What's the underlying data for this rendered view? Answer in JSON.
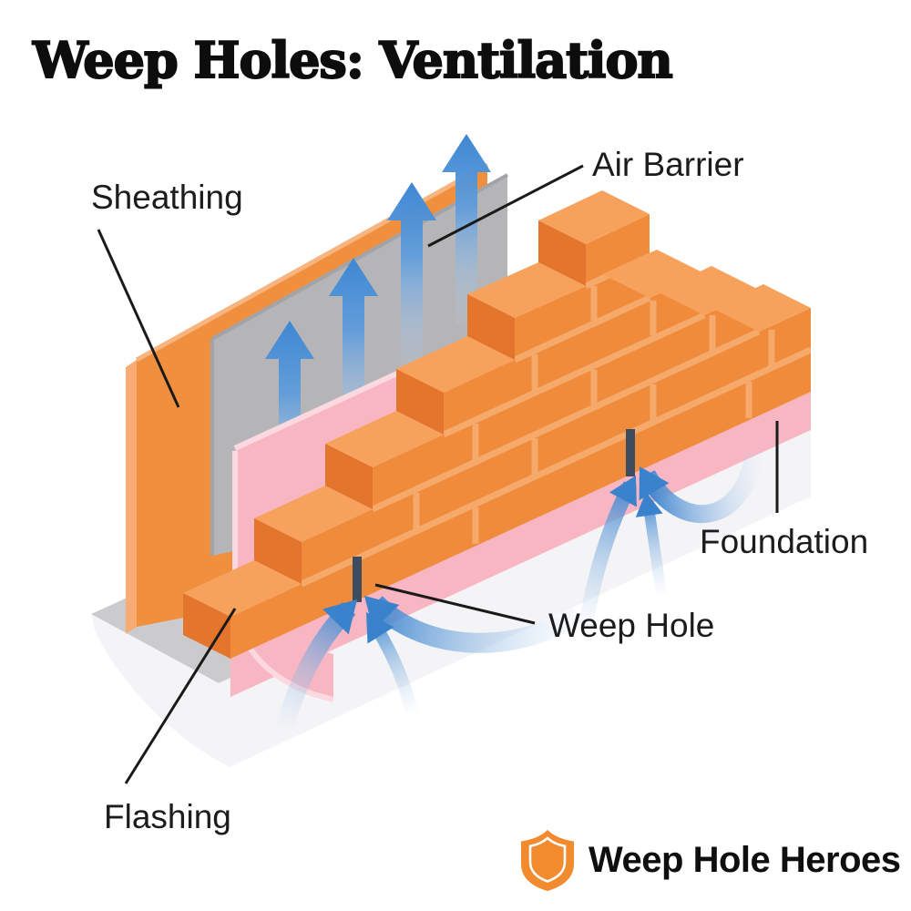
{
  "title": "Weep Holes: Ventilation",
  "labels": {
    "sheathing": "Sheathing",
    "air_barrier": "Air Barrier",
    "foundation": "Foundation",
    "weep_hole": "Weep Hole",
    "flashing": "Flashing"
  },
  "logo": {
    "text": "Weep Hole Heroes",
    "icon": "shield-icon",
    "icon_color": "#F28A2E"
  },
  "icons": {
    "logo": "shield-icon",
    "airflow_up": "arrow-up-icon",
    "airflow_curved": "curved-arrow-icon"
  },
  "colors": {
    "background": "#FFFFFF",
    "text": "#1C1C1C",
    "brick_front": "#F08B3C",
    "brick_top": "#F6A25C",
    "brick_side": "#E3752C",
    "mortar": "#F5A96B",
    "sheathing_orange": "#F0903F",
    "sheathing_edge": "#F8B077",
    "air_barrier_gray": "#B5B5B8",
    "air_barrier_edge": "#A2A4A7",
    "flashing_pink": "#F8B6C2",
    "flashing_highlight": "#FCD9E0",
    "foundation_front": "#F4F4F7",
    "foundation_top": "#CBCBCE",
    "weep_slot": "#3D4C5E",
    "arrow_blue": "#4288D0",
    "arrow_blue_light": "#BFD7EF",
    "leader_line": "#1A1A1A"
  }
}
